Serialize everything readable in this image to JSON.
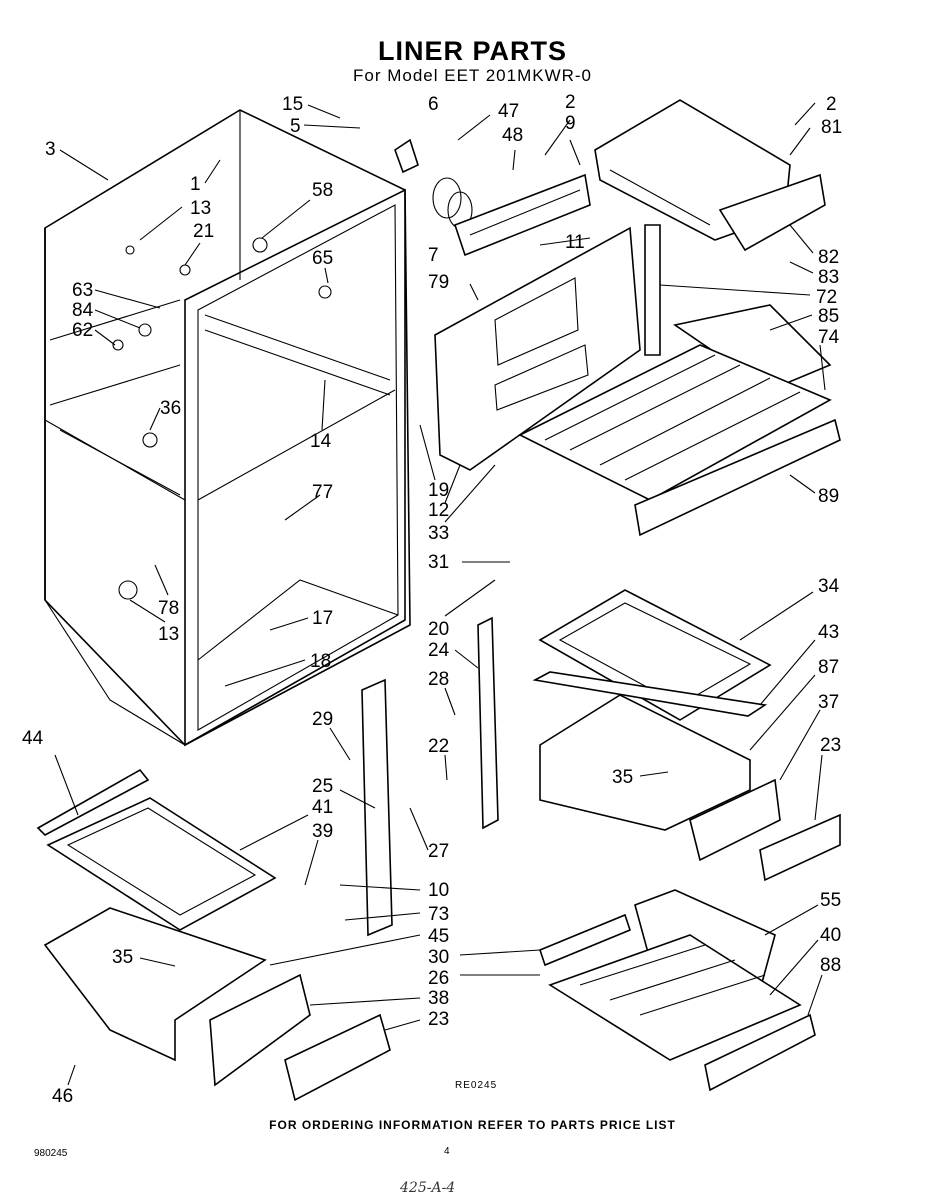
{
  "header": {
    "title": "LINER PARTS",
    "subtitle": "For Model EET 201MKWR-0"
  },
  "footer": {
    "ordering_note": "FOR ORDERING INFORMATION REFER TO PARTS PRICE LIST",
    "doc_number": "980245",
    "page_number": "4",
    "ref_code": "RE0245",
    "handwritten_note": "425-A-4"
  },
  "callouts": [
    "15",
    "6",
    "47",
    "2",
    "2",
    "5",
    "48",
    "9",
    "81",
    "3",
    "1",
    "58",
    "13",
    "21",
    "7",
    "11",
    "82",
    "83",
    "65",
    "63",
    "79",
    "72",
    "84",
    "85",
    "62",
    "74",
    "36",
    "14",
    "19",
    "89",
    "77",
    "12",
    "33",
    "31",
    "78",
    "13",
    "20",
    "34",
    "17",
    "24",
    "43",
    "18",
    "28",
    "87",
    "44",
    "29",
    "37",
    "22",
    "35",
    "23",
    "25",
    "41",
    "39",
    "27",
    "10",
    "55",
    "73",
    "40",
    "45",
    "35",
    "30",
    "88",
    "26",
    "38",
    "23",
    "46"
  ]
}
